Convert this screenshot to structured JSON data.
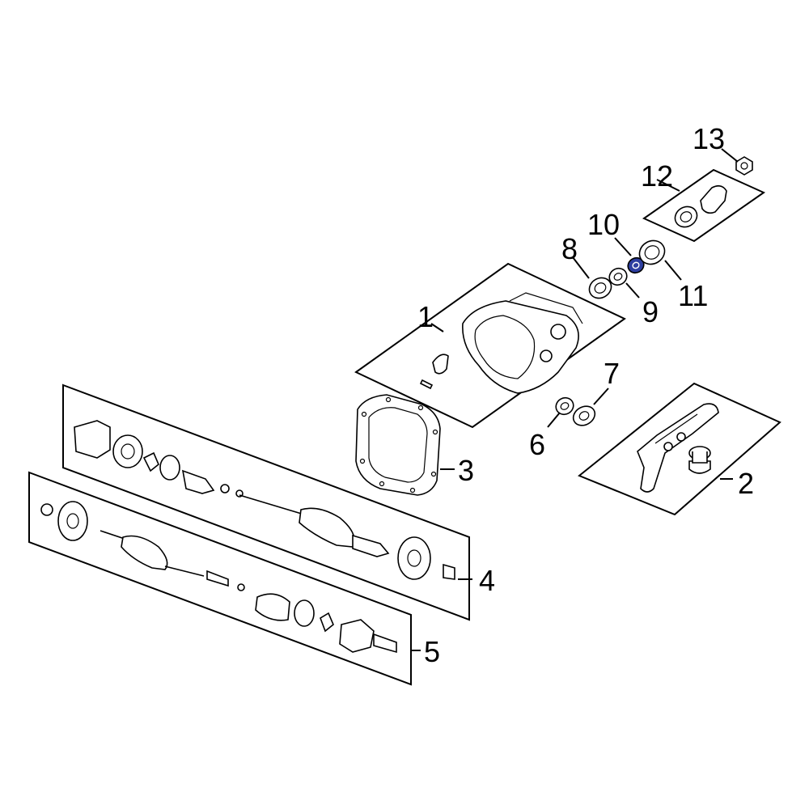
{
  "diagram": {
    "callouts": [
      {
        "id": "1",
        "text": "1"
      },
      {
        "id": "2",
        "text": "2"
      },
      {
        "id": "3",
        "text": "3"
      },
      {
        "id": "4",
        "text": "4"
      },
      {
        "id": "5",
        "text": "5"
      },
      {
        "id": "6",
        "text": "6"
      },
      {
        "id": "7",
        "text": "7"
      },
      {
        "id": "8",
        "text": "8"
      },
      {
        "id": "9",
        "text": "9"
      },
      {
        "id": "10",
        "text": "10"
      },
      {
        "id": "11",
        "text": "11"
      },
      {
        "id": "12",
        "text": "12"
      },
      {
        "id": "13",
        "text": "13"
      }
    ],
    "highlighted_part": "10",
    "colors": {
      "highlight": "#2d3ea0",
      "line": "#000000",
      "background": "#ffffff"
    }
  }
}
